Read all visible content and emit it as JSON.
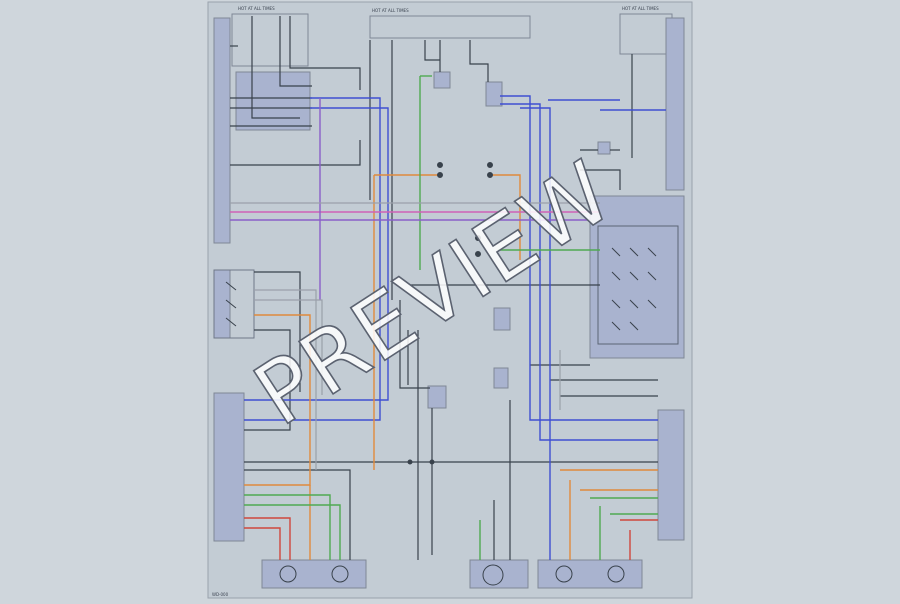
{
  "colors": {
    "background": "#cfd6dc",
    "sheet": "#c3ccd4",
    "component": "#a9b3cf",
    "outline": "#7f8796",
    "wire_black": "#39424c",
    "wire_blue": "#3f4fd2",
    "wire_orange": "#e08a3c",
    "wire_green": "#4faa52",
    "wire_pink": "#cf62b6",
    "wire_red": "#d0473d",
    "wire_violet": "#8a5fc8",
    "wire_gray": "#9aa0aa",
    "watermark": "#ffffff"
  },
  "watermark": {
    "text": "PREVIEW"
  },
  "labels": {
    "hot_at_all_times": "HOT AT ALL TIMES",
    "page_code": "WD-000"
  }
}
